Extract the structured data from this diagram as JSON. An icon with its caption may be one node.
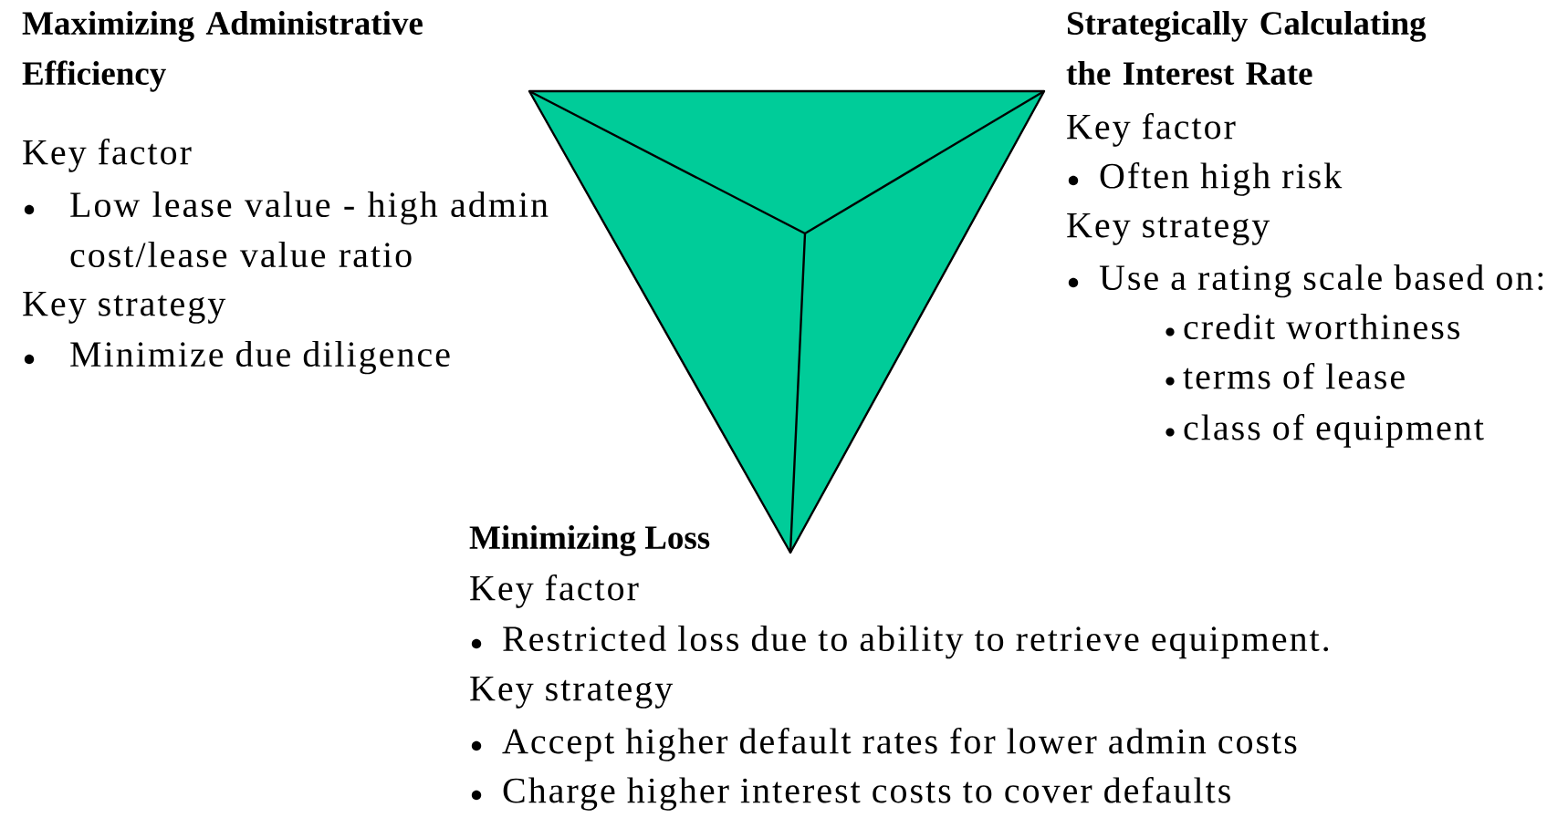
{
  "diagram": {
    "labels": [
      "Maximizing Administrative Efficiency",
      "Key factor",
      "Low lease value - high admin cost/lease value ratio",
      "Key strategy",
      "Minimize due diligence",
      "Strategically Calculating the Interest Rate",
      "Key factor",
      "Often high risk",
      "Key strategy",
      "Use a rating scale based on:",
      "credit worthiness",
      "terms of lease",
      "class of equipment",
      "Minimizing Loss",
      "Key factor",
      "Restricted loss due to ability to retrieve equipment.",
      "Key strategy",
      "Accept higher default rates for lower admin costs",
      "Charge higher interest costs to cover defaults"
    ]
  }
}
